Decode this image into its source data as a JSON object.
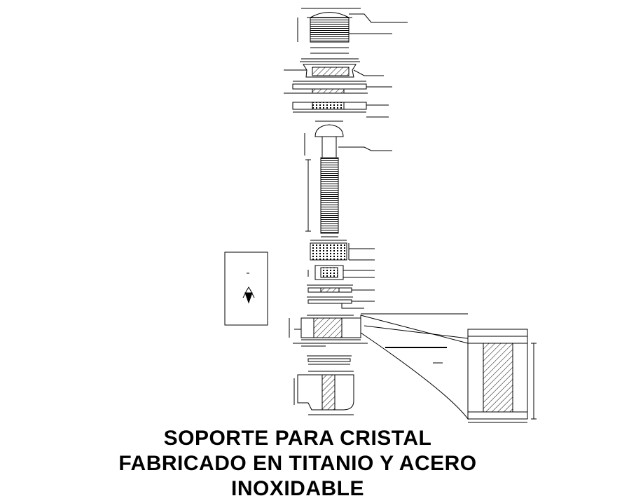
{
  "title": {
    "lines": [
      "SOPORTE PARA CRISTAL",
      "FABRICADO EN TITANIO Y ACERO",
      "INOXIDABLE"
    ]
  },
  "colors": {
    "line": "#000000",
    "background": "#ffffff"
  }
}
